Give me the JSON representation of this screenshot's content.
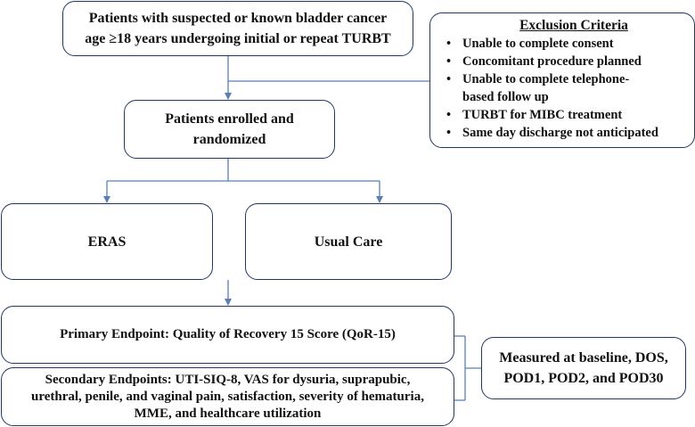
{
  "boxes": {
    "patients": {
      "line1": "Patients with suspected or known bladder cancer",
      "line2": "age ≥18 years undergoing initial or repeat TURBT"
    },
    "exclusion": {
      "title": "Exclusion Criteria",
      "items": [
        "Unable to complete consent",
        "Concomitant procedure planned",
        "Unable to complete telephone-based follow up",
        "TURBT for MIBC treatment",
        "Same day discharge not anticipated"
      ]
    },
    "enrolled": {
      "line1": "Patients enrolled and",
      "line2": "randomized"
    },
    "eras": "ERAS",
    "usual_care": "Usual Care",
    "primary": "Primary Endpoint: Quality of Recovery 15 Score (QoR-15)",
    "secondary": {
      "line1": "Secondary Endpoints: UTI-SIQ-8, VAS for dysuria, suprapubic,",
      "line2": "urethral, penile, and vaginal pain, satisfaction, severity of hematuria,",
      "line3": "MME, and healthcare utilization"
    },
    "measured": {
      "line1": "Measured at baseline, DOS,",
      "line2": "POD1, POD2, and POD30"
    }
  },
  "colors": {
    "border": "#1f3864",
    "connector": "#5b7fb5"
  }
}
